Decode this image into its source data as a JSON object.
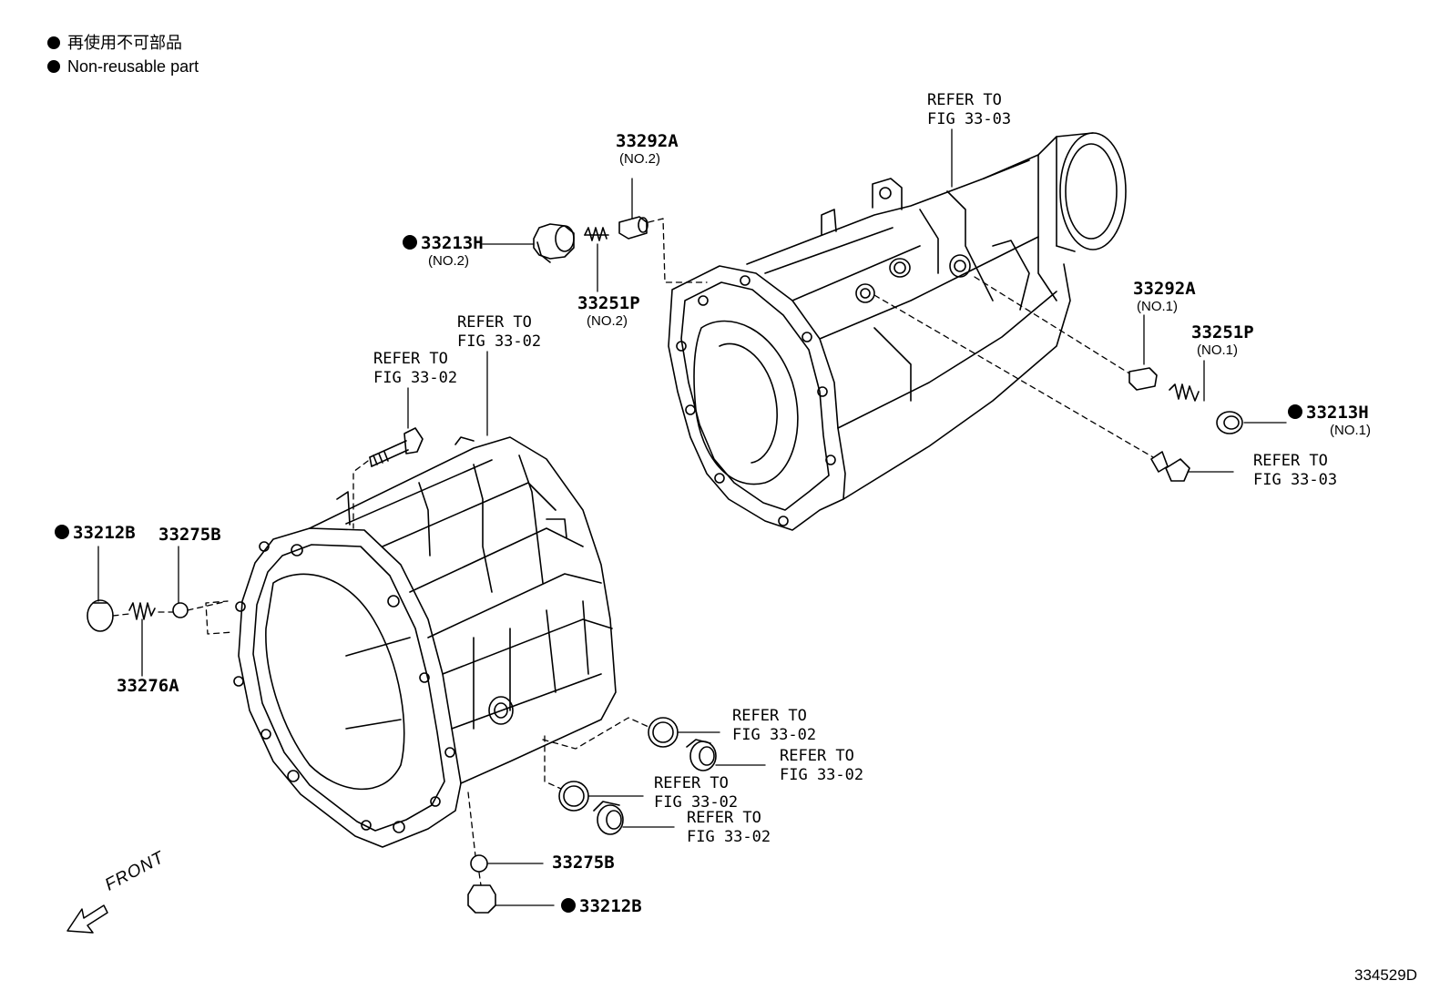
{
  "legend": {
    "line1": "再使用不可部品",
    "line2": "Non-reusable part"
  },
  "labels": {
    "p33292A_no2": "33292A",
    "p33292A_no2_sub": "(NO.2)",
    "p33213H_no2": "33213H",
    "p33213H_no2_sub": "(NO.2)",
    "p33251P_no2": "33251P",
    "p33251P_no2_sub": "(NO.2)",
    "p33292A_no1": "33292A",
    "p33292A_no1_sub": "(NO.1)",
    "p33251P_no1": "33251P",
    "p33251P_no1_sub": "(NO.1)",
    "p33213H_no1": "33213H",
    "p33213H_no1_sub": "(NO.1)",
    "p33212B_left": "33212B",
    "p33275B_left": "33275B",
    "p33276A": "33276A",
    "p33275B_bottom": "33275B",
    "p33212B_bottom": "33212B"
  },
  "refs": {
    "r_top_fig3303": [
      "REFER TO",
      "FIG 33-03"
    ],
    "r_tail_bolt_fig3303": [
      "REFER TO",
      "FIG 33-03"
    ],
    "r_housing_fig3302": [
      "REFER TO",
      "FIG 33-02"
    ],
    "r_bolt_fig3302": [
      "REFER TO",
      "FIG 33-02"
    ],
    "r_gasket1_fig3302": [
      "REFER TO",
      "FIG 33-02"
    ],
    "r_plug1_fig3302": [
      "REFER TO",
      "FIG 33-02"
    ],
    "r_gasket2_fig3302": [
      "REFER TO",
      "FIG 33-02"
    ],
    "r_plug2_fig3302": [
      "REFER TO",
      "FIG 33-02"
    ]
  },
  "front_label": "FRONT",
  "figure_id": "334529D",
  "colors": {
    "ink": "#000000",
    "paper": "#ffffff"
  }
}
